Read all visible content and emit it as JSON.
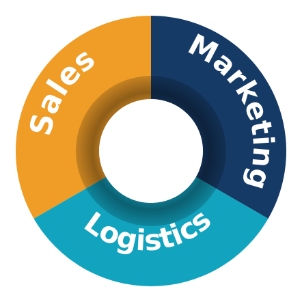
{
  "segments": [
    {
      "label": "Sales",
      "color": "#F09D28",
      "share": 0.3333
    },
    {
      "label": "Marketing",
      "color": "#163A66",
      "share": 0.3333
    },
    {
      "label": "Logistics",
      "color": "#12A4BF",
      "share": 0.3334
    }
  ],
  "center_color": "#ffffff"
}
